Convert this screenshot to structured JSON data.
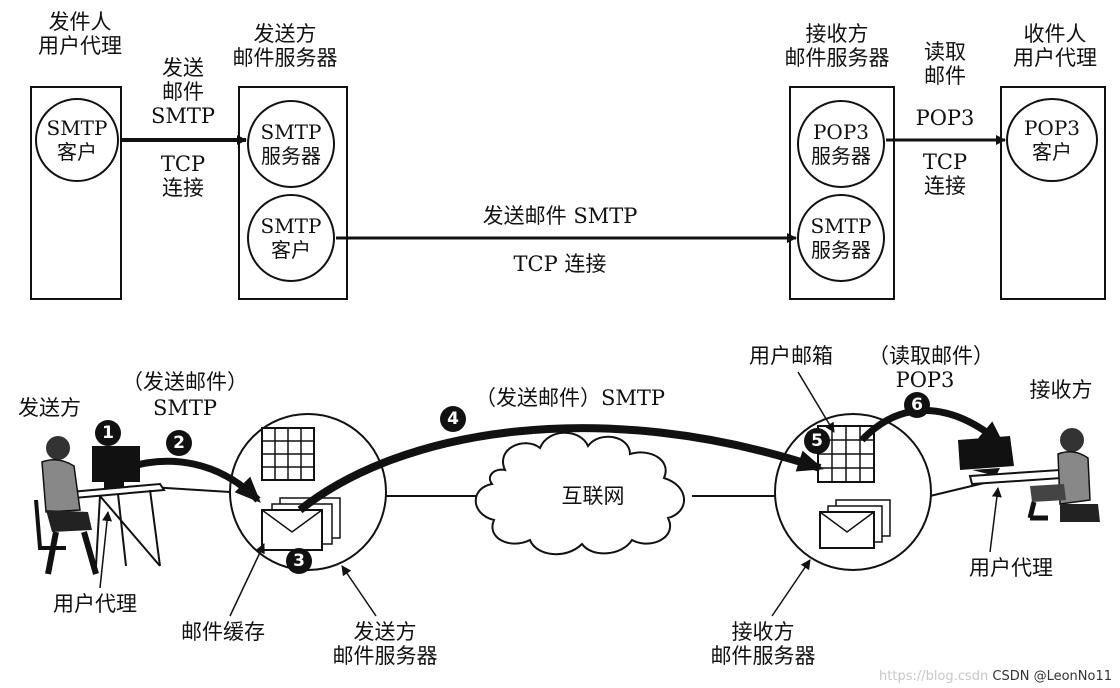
{
  "top": {
    "sender_ua_title": [
      "发件人",
      "用户代理"
    ],
    "sender_ua_circle": [
      "SMTP",
      "客户"
    ],
    "send_arrow_label": [
      "发送",
      "邮件",
      "SMTP"
    ],
    "tcp_label_1": [
      "TCP",
      "连接"
    ],
    "sender_server_title": [
      "发送方",
      "邮件服务器"
    ],
    "sender_server_circle1": [
      "SMTP",
      "服务器"
    ],
    "sender_server_circle2": [
      "SMTP",
      "客户"
    ],
    "mid_arrow_label": "发送邮件 SMTP",
    "mid_tcp_label": "TCP 连接",
    "recv_server_title": [
      "接收方",
      "邮件服务器"
    ],
    "recv_server_circle1": [
      "POP3",
      "服务器"
    ],
    "recv_server_circle2": [
      "SMTP",
      "服务器"
    ],
    "read_label": [
      "读取",
      "邮件"
    ],
    "pop3_label": "POP3",
    "tcp_label_2": [
      "TCP",
      "连接"
    ],
    "recv_ua_title": [
      "收件人",
      "用户代理"
    ],
    "recv_ua_circle": [
      "POP3",
      "客户"
    ]
  },
  "bottom": {
    "sender": "发送方",
    "send_mail_paren": "（发送邮件）",
    "smtp": "SMTP",
    "sender_user_agent": "用户代理",
    "mail_cache": "邮件缓存",
    "sender_server": [
      "发送方",
      "邮件服务器"
    ],
    "send_mail_smtp": "（发送邮件）SMTP",
    "internet": "互联网",
    "user_mailbox": "用户邮箱",
    "read_mail_paren": "（读取邮件）",
    "pop3": "POP3",
    "receiver": "接收方",
    "receiver_user_agent": "用户代理",
    "receiver_server": [
      "接收方",
      "邮件服务器"
    ],
    "steps": [
      "1",
      "2",
      "3",
      "4",
      "5",
      "6"
    ]
  },
  "watermark": {
    "faint": "https://blog.csdn",
    "main": "CSDN @LeonNo11"
  }
}
